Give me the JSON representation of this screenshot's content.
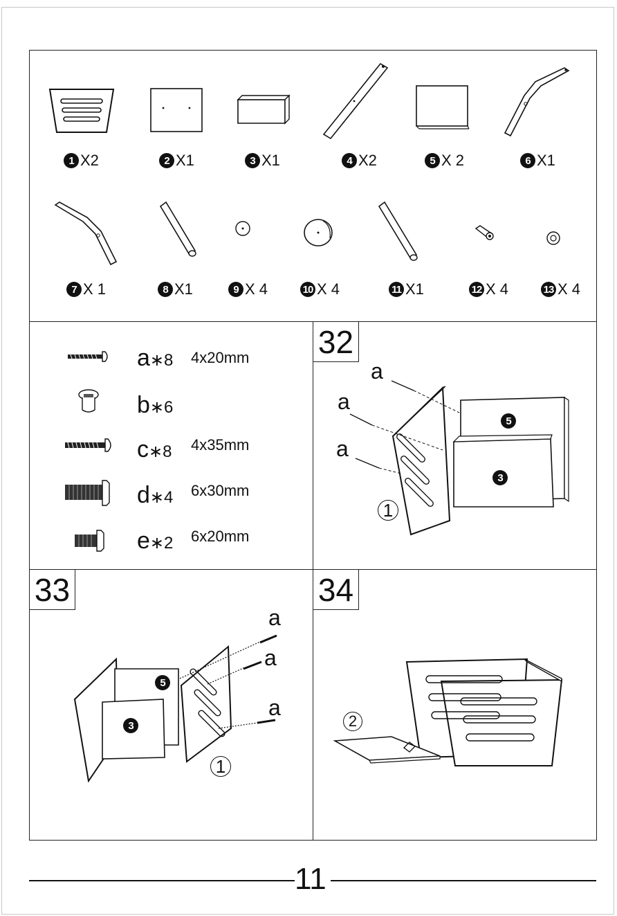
{
  "parts": [
    {
      "number": "1",
      "qty": "X2"
    },
    {
      "number": "2",
      "qty": "X1"
    },
    {
      "number": "3",
      "qty": "X1"
    },
    {
      "number": "4",
      "qty": "X2"
    },
    {
      "number": "5",
      "qty": "X 2"
    },
    {
      "number": "6",
      "qty": "X1"
    },
    {
      "number": "7",
      "qty": "X 1"
    },
    {
      "number": "8",
      "qty": "X1"
    },
    {
      "number": "9",
      "qty": "X 4"
    },
    {
      "number": "10",
      "qty": "X 4"
    },
    {
      "number": "11",
      "qty": "X1"
    },
    {
      "number": "12",
      "qty": "X 4"
    },
    {
      "number": "13",
      "qty": "X 4"
    }
  ],
  "hardware": [
    {
      "letter": "a",
      "count": "∗8",
      "size": "4x20mm"
    },
    {
      "letter": "b",
      "count": "∗6",
      "size": ""
    },
    {
      "letter": "c",
      "count": "∗8",
      "size": "4x35mm"
    },
    {
      "letter": "d",
      "count": "∗4",
      "size": "6x30mm"
    },
    {
      "letter": "e",
      "count": "∗2",
      "size": "6x20mm"
    }
  ],
  "steps": {
    "s32": {
      "number": "32",
      "labels": [
        "a",
        "a",
        "a"
      ],
      "parts": [
        "5",
        "3",
        "1"
      ]
    },
    "s33": {
      "number": "33",
      "labels": [
        "a",
        "a",
        "a"
      ],
      "parts": [
        "5",
        "3",
        "1"
      ]
    },
    "s34": {
      "number": "34",
      "parts": [
        "2"
      ]
    }
  },
  "footer": {
    "page_number": "11"
  }
}
